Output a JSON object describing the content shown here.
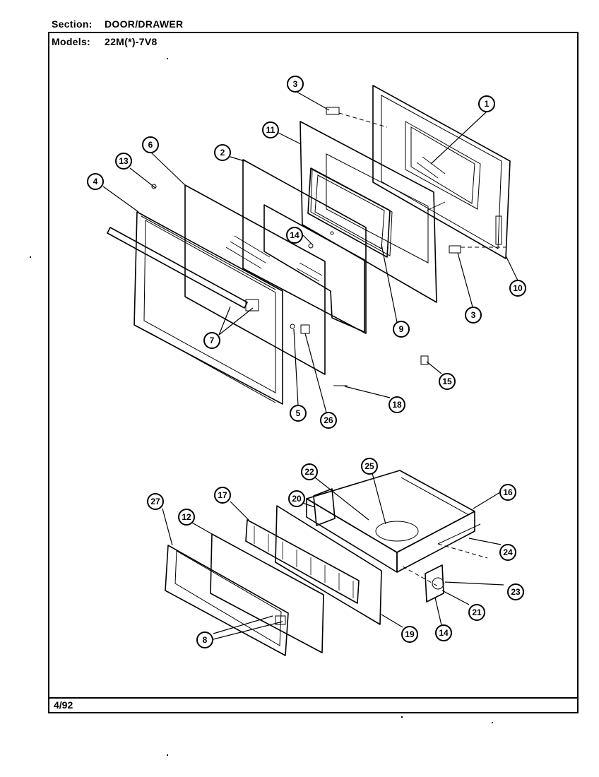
{
  "header": {
    "section_label": "Section:",
    "section_value": "DOOR/DRAWER",
    "models_label": "Models:",
    "models_value": "22M(*)-7V8"
  },
  "footer": {
    "date": "4/92"
  },
  "callouts": {
    "c1": "1",
    "c2": "2",
    "c3a": "3",
    "c3b": "3",
    "c4": "4",
    "c5": "5",
    "c6": "6",
    "c7": "7",
    "c8": "8",
    "c9": "9",
    "c10": "10",
    "c11": "11",
    "c12": "12",
    "c13": "13",
    "c14a": "14",
    "c14b": "14",
    "c15": "15",
    "c16": "16",
    "c17": "17",
    "c18": "18",
    "c19": "19",
    "c20": "20",
    "c21": "21",
    "c22": "22",
    "c23": "23",
    "c24": "24",
    "c25": "25",
    "c26": "26",
    "c27": "27"
  }
}
